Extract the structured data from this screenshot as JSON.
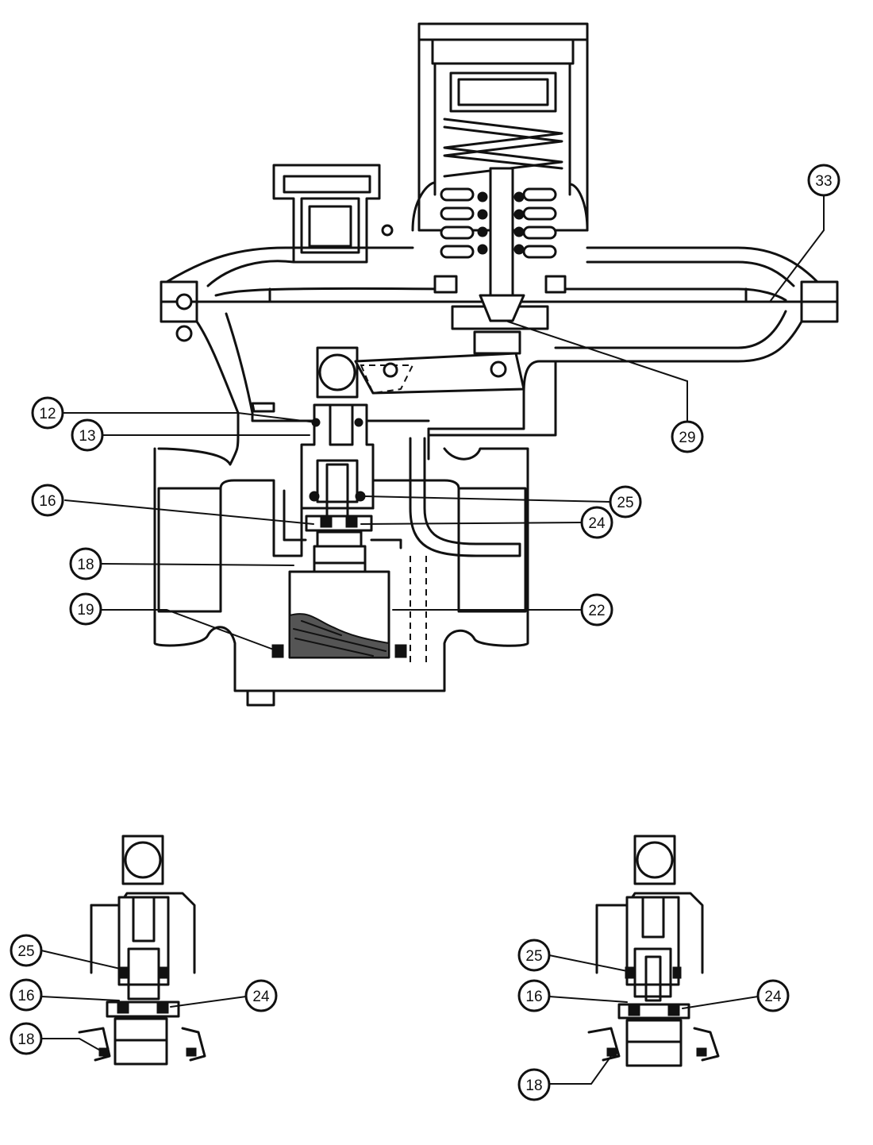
{
  "callouts": {
    "main": [
      {
        "id": "c33",
        "label": "33"
      },
      {
        "id": "c12",
        "label": "12"
      },
      {
        "id": "c13",
        "label": "13"
      },
      {
        "id": "c29",
        "label": "29"
      },
      {
        "id": "c16",
        "label": "16"
      },
      {
        "id": "c25",
        "label": "25"
      },
      {
        "id": "c24",
        "label": "24"
      },
      {
        "id": "c18",
        "label": "18"
      },
      {
        "id": "c19",
        "label": "19"
      },
      {
        "id": "c22",
        "label": "22"
      }
    ],
    "detail_left": [
      {
        "id": "l25",
        "label": "25"
      },
      {
        "id": "l16",
        "label": "16"
      },
      {
        "id": "l24",
        "label": "24"
      },
      {
        "id": "l18",
        "label": "18"
      }
    ],
    "detail_right": [
      {
        "id": "r25",
        "label": "25"
      },
      {
        "id": "r16",
        "label": "16"
      },
      {
        "id": "r24",
        "label": "24"
      },
      {
        "id": "r18",
        "label": "18"
      }
    ]
  }
}
